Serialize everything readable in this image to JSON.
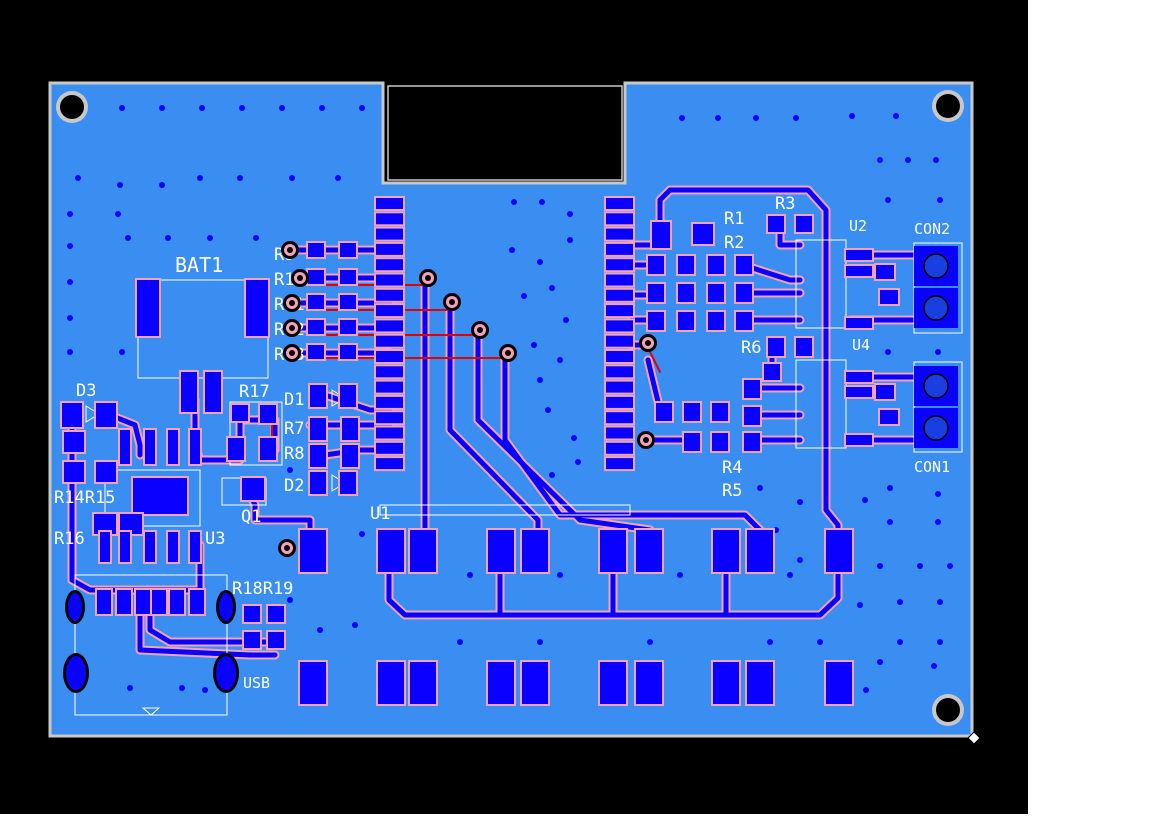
{
  "colors": {
    "background": "#000000",
    "outside": "#ffffff",
    "copper_pour": "#3a8ef2",
    "board_outline": "#c8c8c8",
    "pad": "#0a00ff",
    "trace": "#0a00ff",
    "pad_outline": "#f2a3b8",
    "silkscreen": "#ffffff",
    "via_ring": "#000000",
    "red_trace": "#e00000"
  },
  "labels": {
    "bat1": "BAT1",
    "d3": "D3",
    "r17": "R17",
    "d1": "D1",
    "r7": "R7",
    "r8": "R8",
    "d2": "D2",
    "q1": "Q1",
    "r14r15": "R14R15",
    "r16": "R16",
    "u3": "U3",
    "u1": "U1",
    "r18r19": "R18R19",
    "usb": "USB",
    "r1": "R1",
    "r2": "R2",
    "r3": "R3",
    "u2": "U2",
    "con2": "CON2",
    "r6": "R6",
    "u4": "U4",
    "r4": "R4",
    "r5": "R5",
    "con1": "CON1",
    "r9": "R9",
    "r10": "R10",
    "r11": "R11",
    "r12": "R12",
    "r13": "R13"
  }
}
